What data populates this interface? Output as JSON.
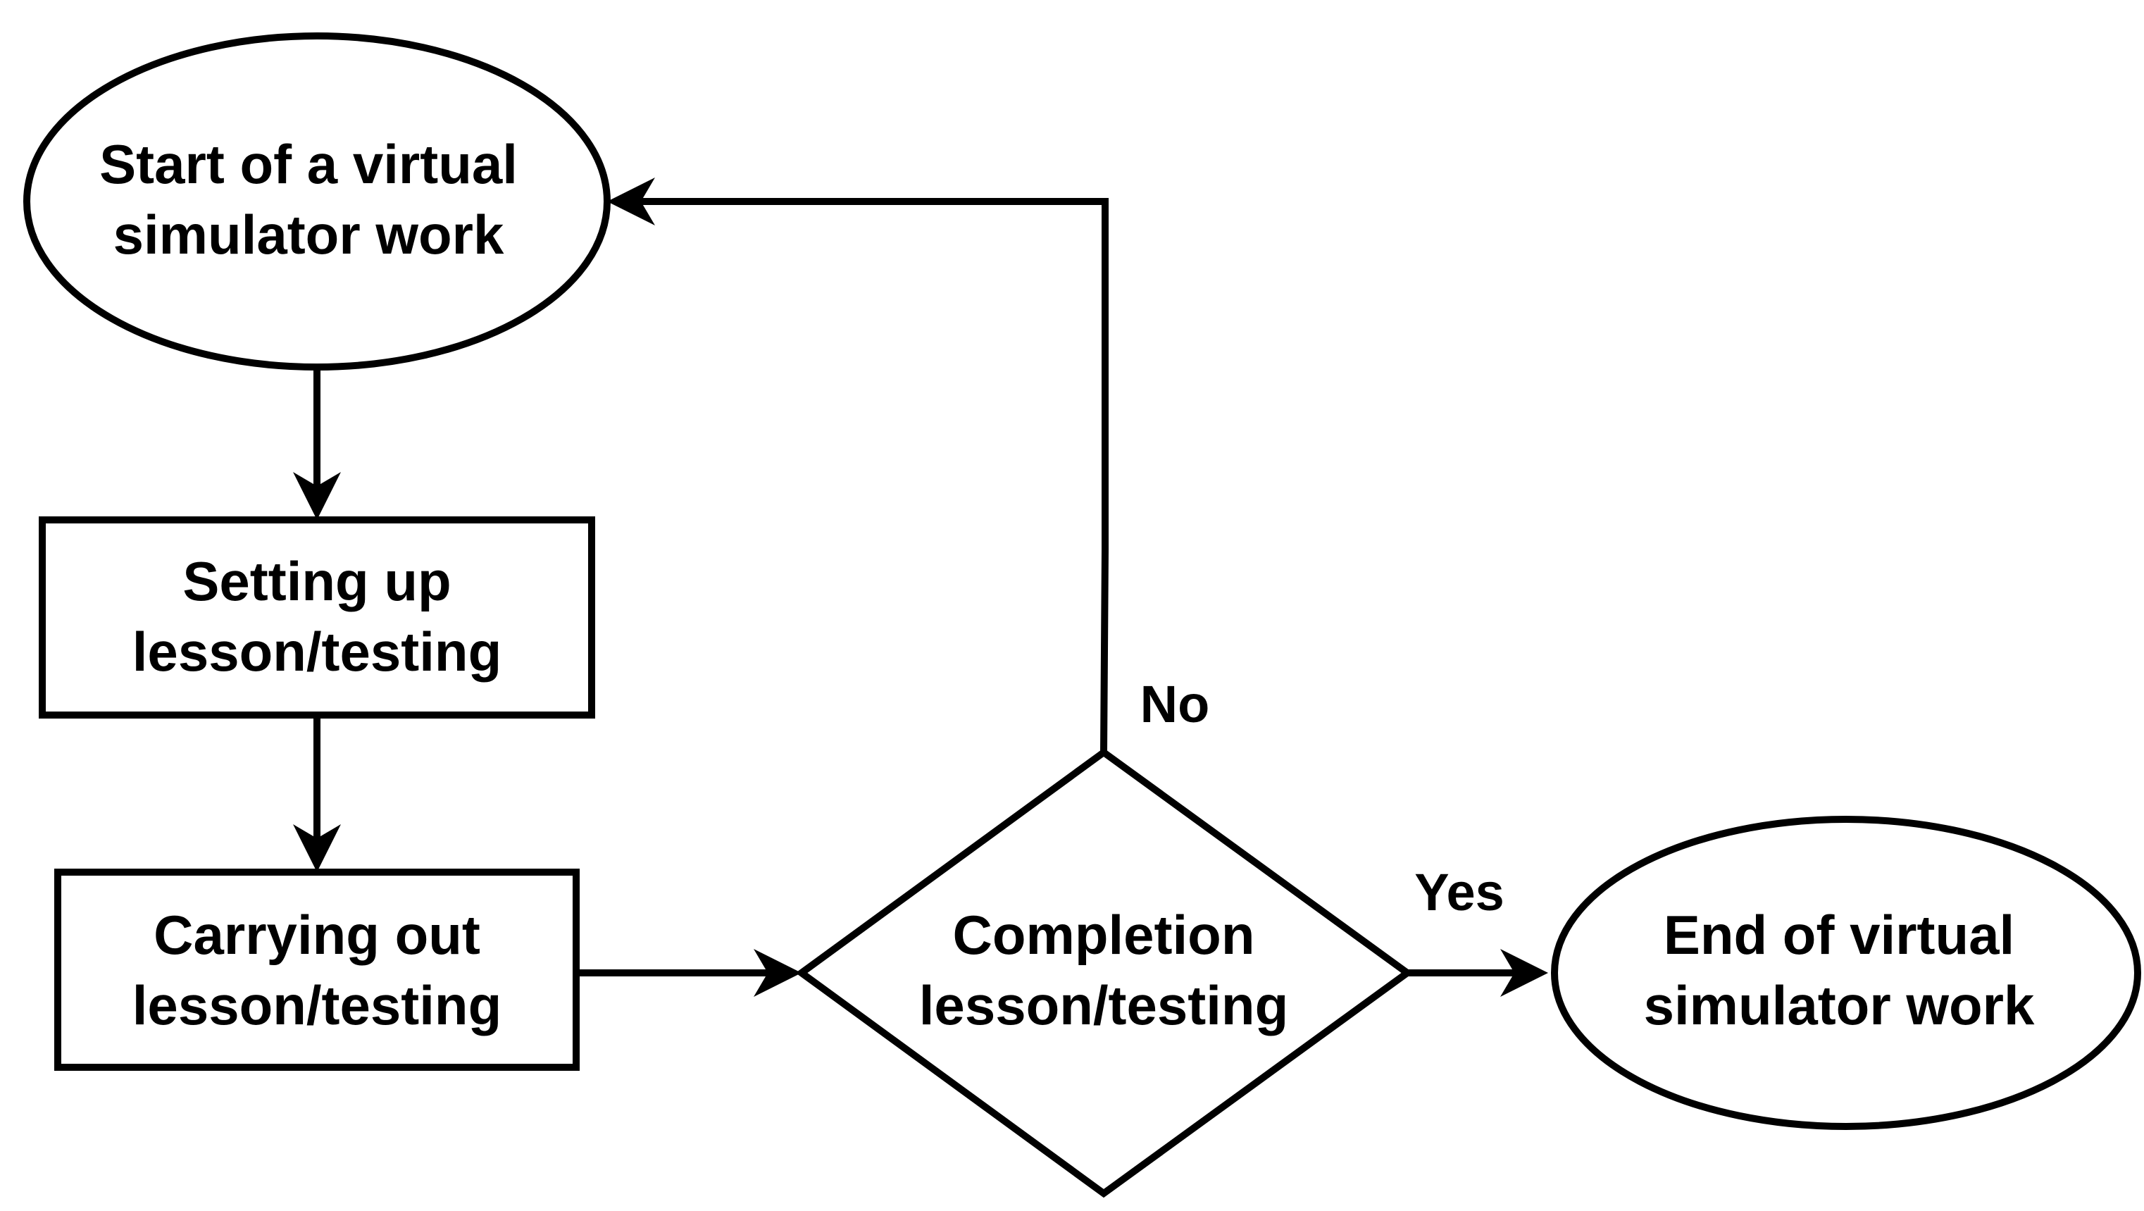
{
  "nodes": {
    "start": {
      "line1": "Start of a virtual",
      "line2": "simulator work"
    },
    "setup": {
      "line1": "Setting up",
      "line2": "lesson/testing"
    },
    "carry": {
      "line1": "Carrying out",
      "line2": "lesson/testing"
    },
    "decision": {
      "line1": "Completion",
      "line2": "lesson/testing"
    },
    "end": {
      "line1": "End of virtual",
      "line2": "simulator work"
    }
  },
  "edges": {
    "no_label": "No",
    "yes_label": "Yes"
  }
}
